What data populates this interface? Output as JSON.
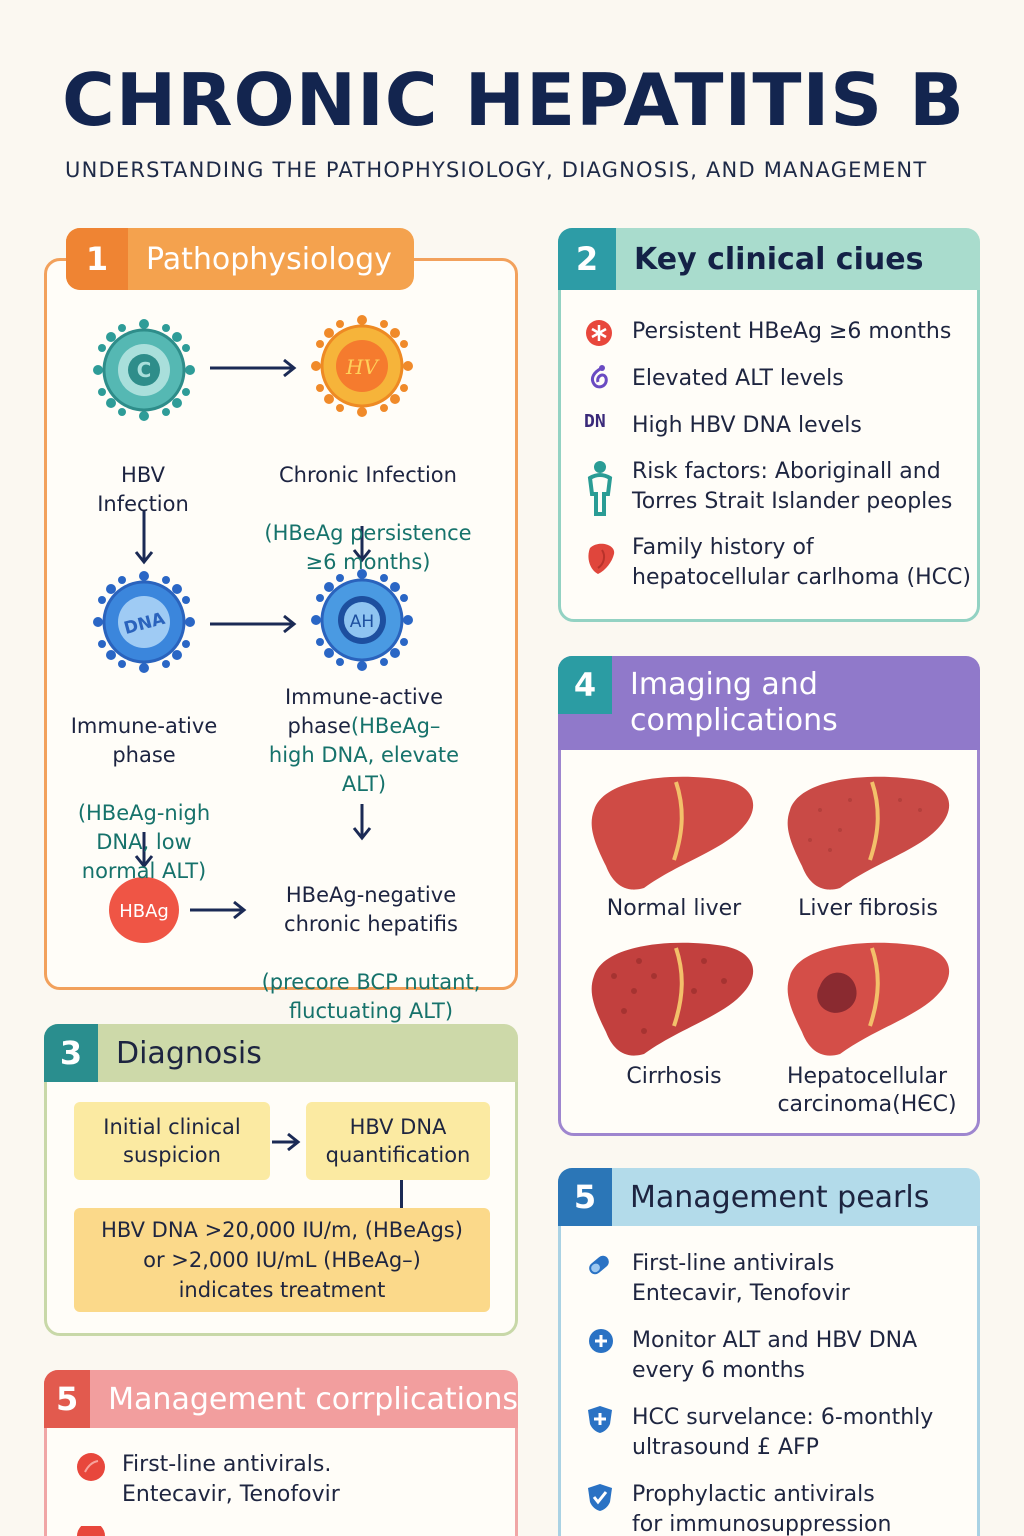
{
  "header": {
    "title": "CHRONIC HEPATITIS B",
    "subtitle": "UNDERSTANDING THE PATHOPHYSIOLOGY, DIAGNOSIS, AND MANAGEMENT"
  },
  "colors": {
    "title": "#13254f",
    "orange": "#f4a24e",
    "teal": "#2d9ca6",
    "purple": "#9079ca",
    "green": "#cdd9a9",
    "red": "#e25a4e",
    "blue": "#2b76b7"
  },
  "pathophysiology": {
    "num": "1",
    "label": "Pathophysiology",
    "hbv_infection": {
      "title": "HBV\nInfection",
      "icon_text": "C"
    },
    "chronic_infection": {
      "title": "Chronic Infection",
      "sub": "(HBeAg persistence\n≥6 months)",
      "icon_text": "HV"
    },
    "immune_ative": {
      "title": "Immune-ative\nphase",
      "sub": "(HBeAg-nigh\nDNA, low\nnormal ALT)",
      "icon_text": "DNA"
    },
    "immune_active": {
      "title": "Immune-active\nphase",
      "sub_inline": "(HBeAg–",
      "sub": "high DNA, elevate\nALT)",
      "icon_text": "AH"
    },
    "hbag": {
      "label": "HBAg"
    },
    "negative": {
      "title": "HBeAg-negative\nchronic hepatifis",
      "sub": "(precore BCP nutant,\nfluctuating ALT)"
    }
  },
  "clinical_clues": {
    "num": "2",
    "label": "Key clinical ciues",
    "items": [
      {
        "icon": "asterisk-icon",
        "text": "Persistent HBeAg ≥6 months"
      },
      {
        "icon": "flask-icon",
        "text": "Elevated ALT levels"
      },
      {
        "icon": "dna-icon",
        "icon_text": "DN",
        "text": "High HBV DNA levels"
      },
      {
        "icon": "people-icon",
        "text": "Risk factors: Aboriginall and\nTorres Strait Islander peoples"
      },
      {
        "icon": "liver-icon",
        "text": "Family history of\nhepatocellular carlhoma (HCC)"
      }
    ]
  },
  "imaging": {
    "num": "4",
    "label": "Imaging and\ncomplications",
    "livers": [
      {
        "caption": "Normal liver"
      },
      {
        "caption": "Liver fibrosis"
      },
      {
        "caption": "Cirrhosis"
      },
      {
        "caption": "Hepatocellular\ncarcinoma(HЄC)"
      }
    ]
  },
  "diagnosis": {
    "num": "3",
    "label": "Diagnosis",
    "step1": "Initial clinical\nsuspicion",
    "step2": "HBV DNA\nquantification",
    "result": "HBV DNA >20,000 IU/m, (HBeAgs)\nor >2,000 IU/mL (HBeAg–)\nindicates treatment"
  },
  "management_complications": {
    "num": "5",
    "label": "Management corrplications",
    "items": [
      {
        "icon": "pill-icon",
        "text": "First-line antivirals.\nEntecavir, Tenofovir"
      }
    ]
  },
  "management_pearls": {
    "num": "5",
    "label": "Management pearls",
    "items": [
      {
        "icon": "capsule-icon",
        "text": "First-line antivirals\nEntecavir, Tenofovir"
      },
      {
        "icon": "plus-icon",
        "text": "Monitor ALT and HBV DNA\nevery 6 months"
      },
      {
        "icon": "shield-plus-icon",
        "text": "HCC survelance: 6-monthly\nultrasound £ AFP"
      },
      {
        "icon": "shield-check-icon",
        "text": "Prophylactic antivirals\nfor immunosuppression"
      }
    ]
  }
}
